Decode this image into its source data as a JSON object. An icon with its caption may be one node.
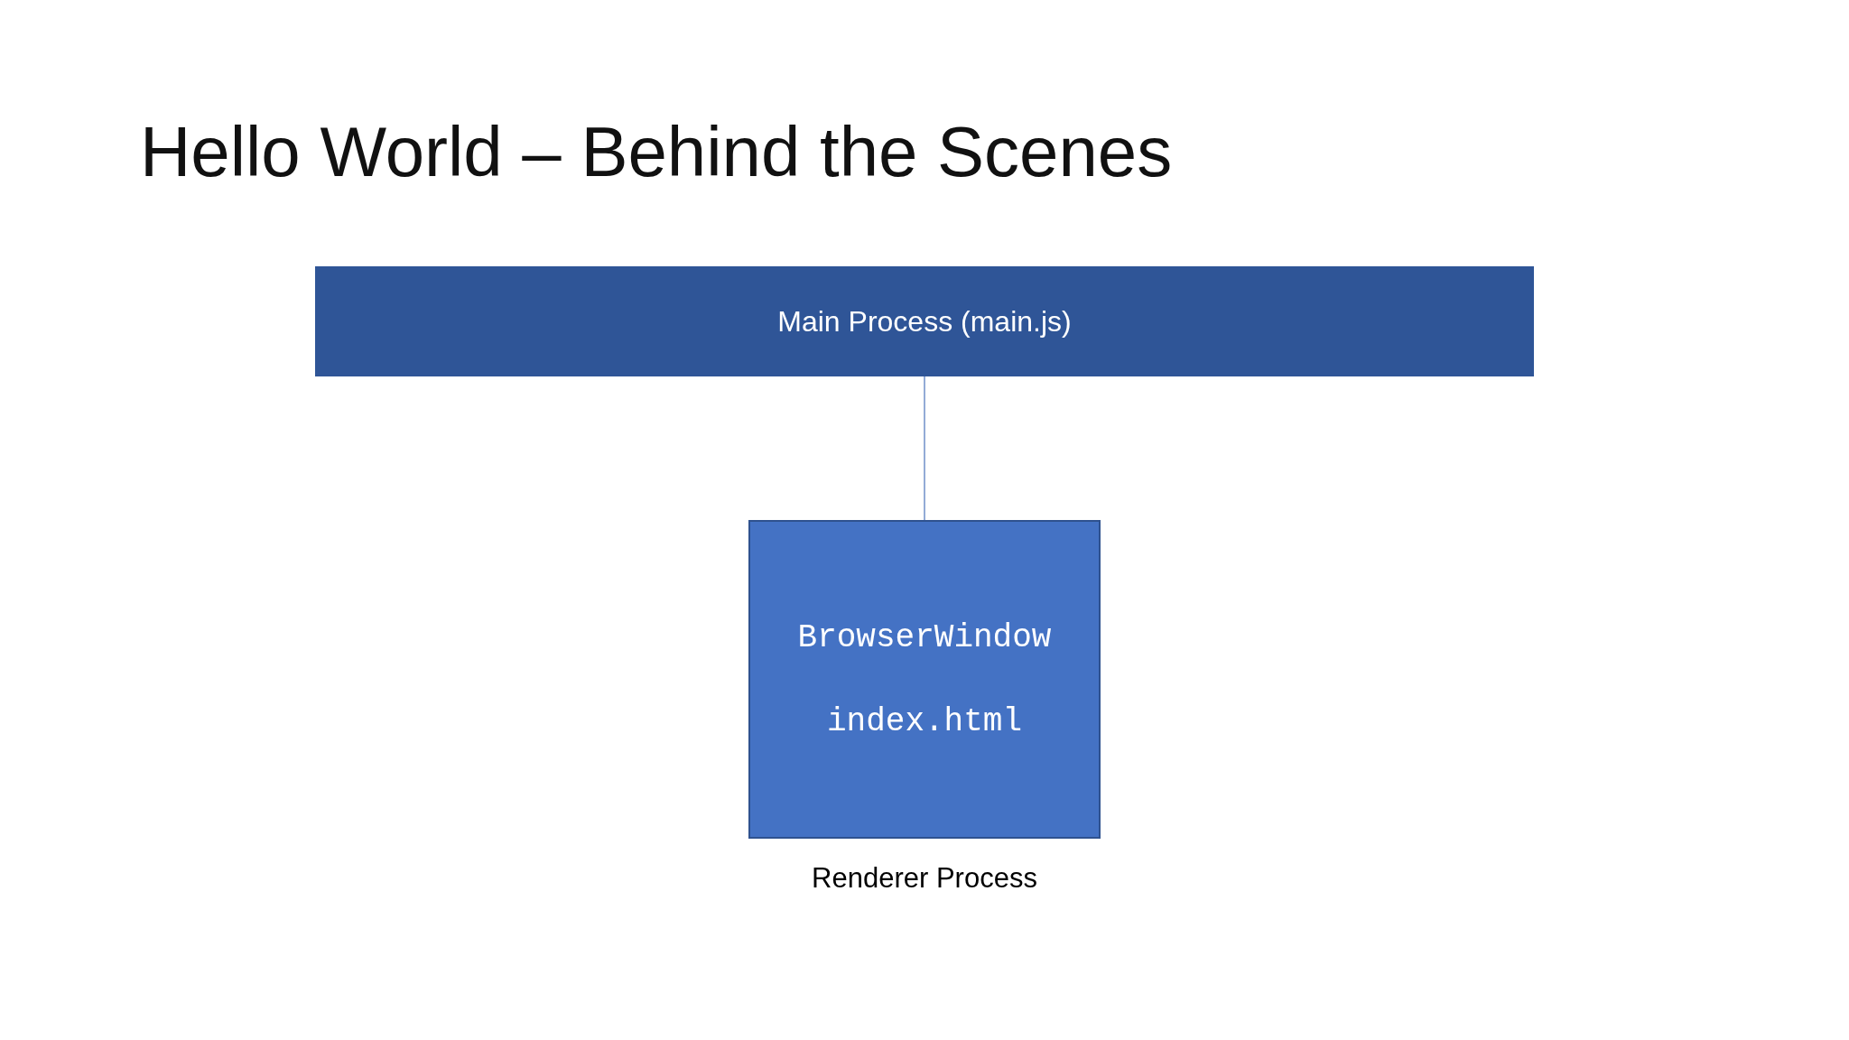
{
  "diagram": {
    "title": "Hello World – Behind the Scenes",
    "nodes": [
      {
        "text": [
          "Main Process (main.js)"
        ]
      },
      {
        "text": [
          "BrowserWindow",
          "index.html"
        ],
        "beside": [
          "Renderer Process"
        ]
      }
    ],
    "edges": [
      {
        "from": 0,
        "to": 1,
        "arrow": "none"
      }
    ]
  }
}
